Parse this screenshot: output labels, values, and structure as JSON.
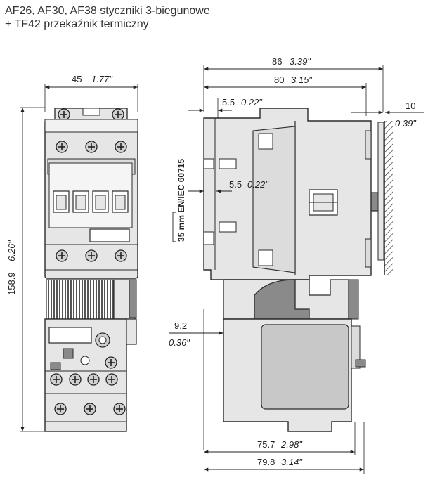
{
  "title": {
    "line1": "AF26, AF30, AF38 styczniki 3-biegunowe",
    "line2": "+ TF42 przekaźnik termiczny"
  },
  "dimensions": {
    "front_width": {
      "mm": "45",
      "in": "1.77\""
    },
    "front_height": {
      "mm": "158.9",
      "in": "6.26\""
    },
    "side_total_depth": {
      "mm": "86",
      "in": "3.39\""
    },
    "side_depth": {
      "mm": "80",
      "in": "3.15\""
    },
    "rail_clearance": {
      "mm": "10",
      "in": "0.39\""
    },
    "top_offset": {
      "mm": "5.5",
      "in": "0.22\""
    },
    "rail_offset": {
      "mm": "5.5",
      "in": "0.22\""
    },
    "relay_offset": {
      "mm": "9.2",
      "in": "0.36\""
    },
    "relay_depth": {
      "mm": "75.7",
      "in": "2.98\""
    },
    "relay_total_depth": {
      "mm": "79.8",
      "in": "3.14\""
    }
  },
  "rail_label": "35 mm EN/IEC 60715",
  "colors": {
    "body": "#e6e6e6",
    "outline": "#2a2a2a",
    "dark_part": "#8a8a8a",
    "relay": "#c8c8c8"
  }
}
